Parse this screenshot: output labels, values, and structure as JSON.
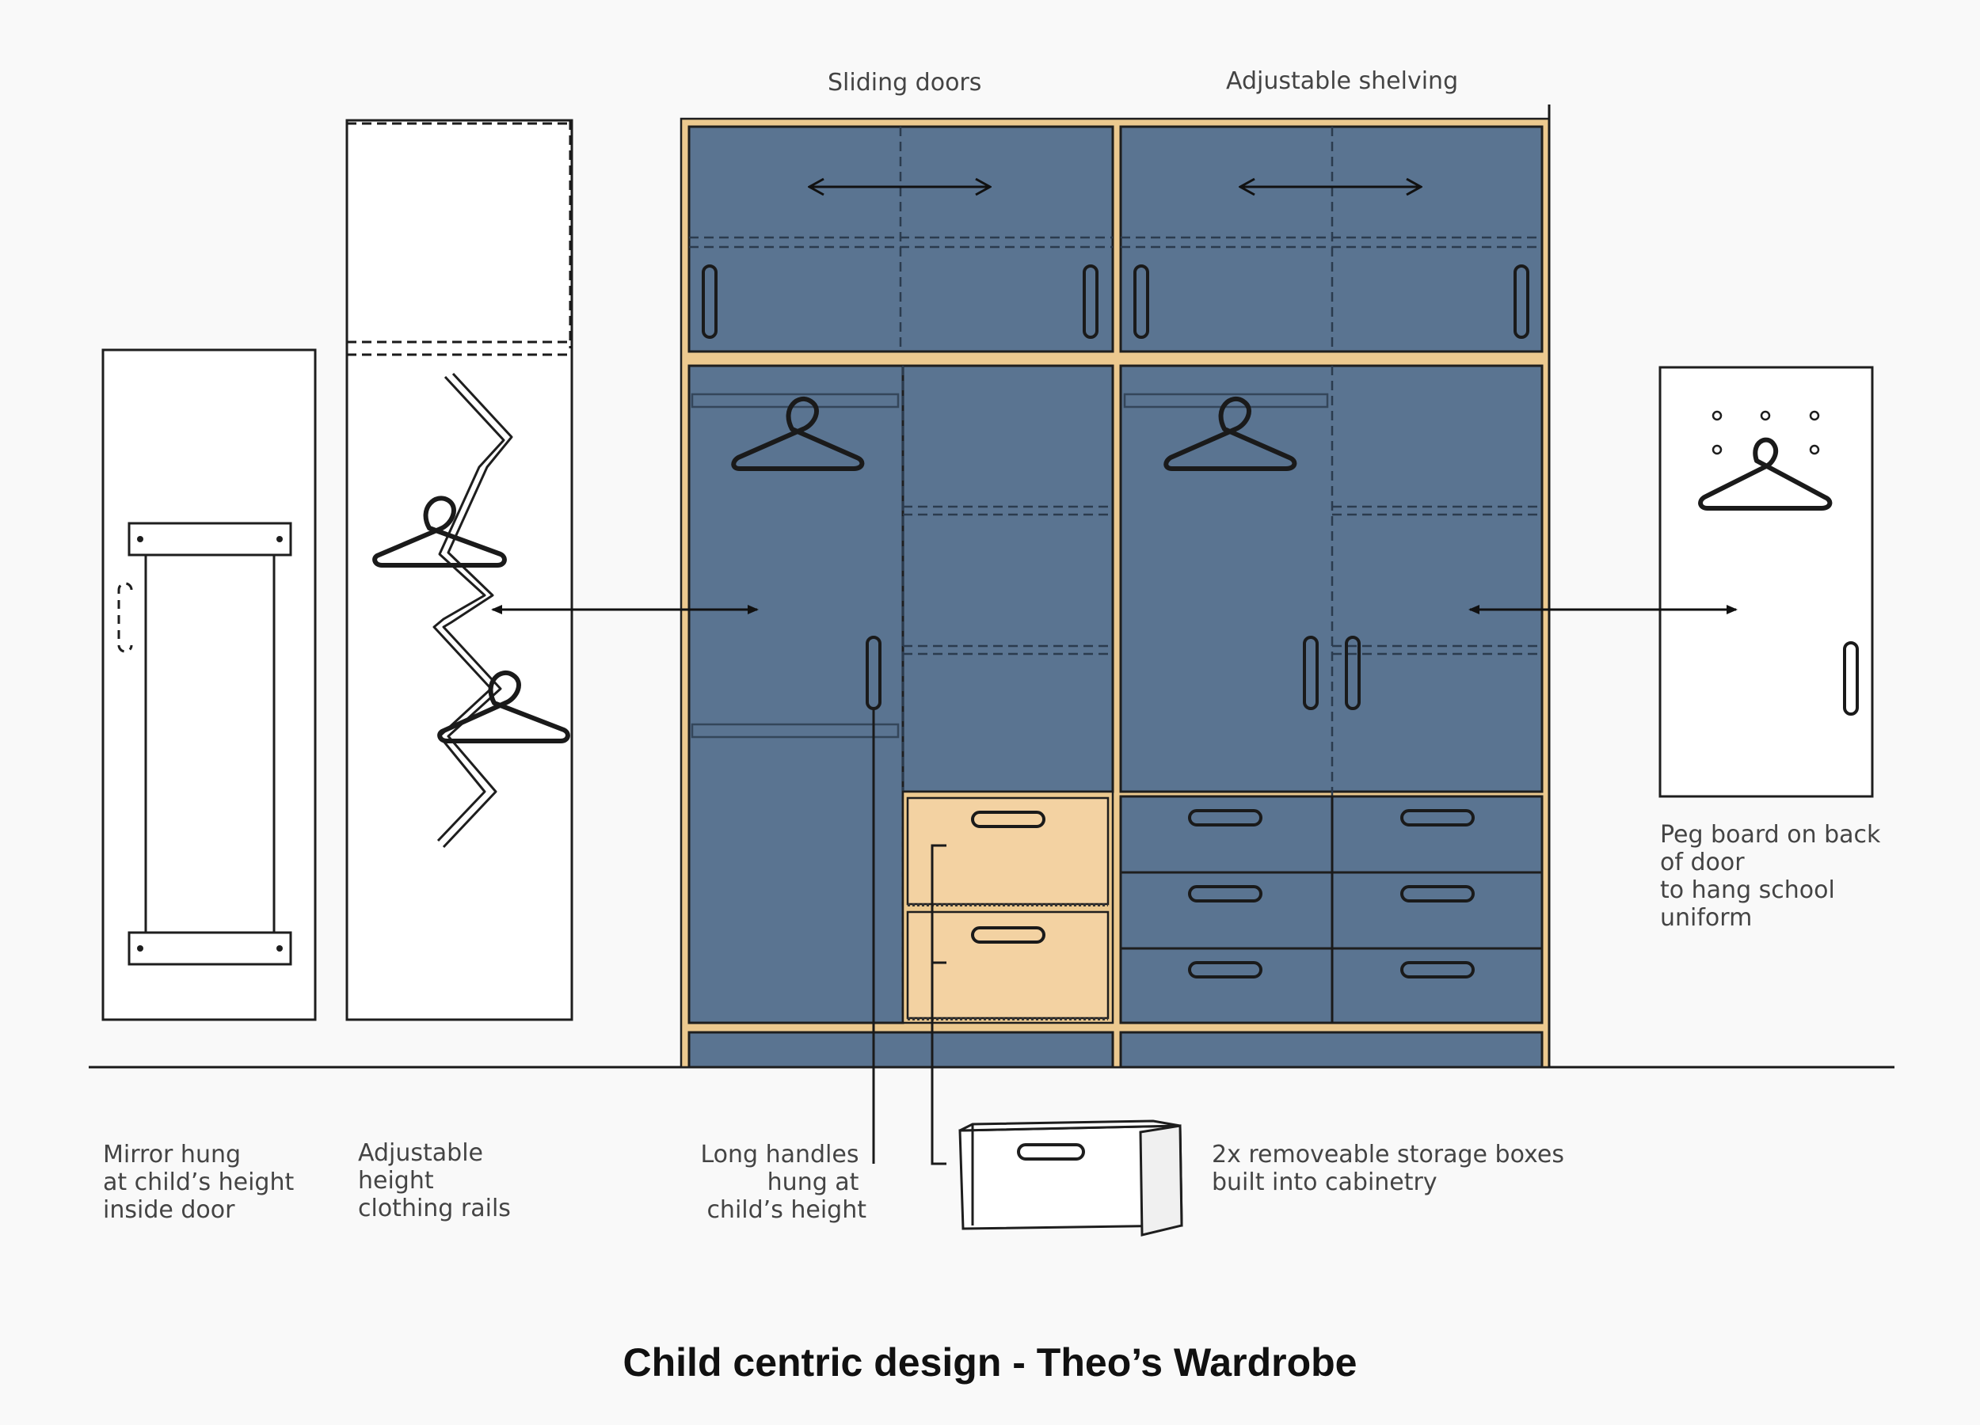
{
  "labels": {
    "sliding_doors": "Sliding doors",
    "adjustable_shelving": "Adjustable shelving",
    "peg_board": [
      "Peg board on back",
      "of door",
      "to hang school",
      "uniform"
    ],
    "mirror": [
      "Mirror hung",
      "at child’s height",
      "inside door"
    ],
    "rails": [
      "Adjustable",
      "height",
      "clothing rails"
    ],
    "long_handles": [
      "Long handles",
      "hung at",
      "child’s height"
    ],
    "storage_boxes": [
      "2x removeable storage boxes",
      "built into cabinetry"
    ]
  },
  "title": "Child centric design - Theo’s Wardrobe",
  "colors": {
    "door_blue": "#5a7491",
    "plywood": "#ecc98f",
    "drawer_wood": "#f3d2a2",
    "line": "#1e1e1e",
    "background": "#f9f9f9"
  },
  "icons": [
    "hanger-icon",
    "double-arrow-icon",
    "mirror-bracket-icon",
    "storage-box-icon",
    "peg-hole-icon"
  ]
}
